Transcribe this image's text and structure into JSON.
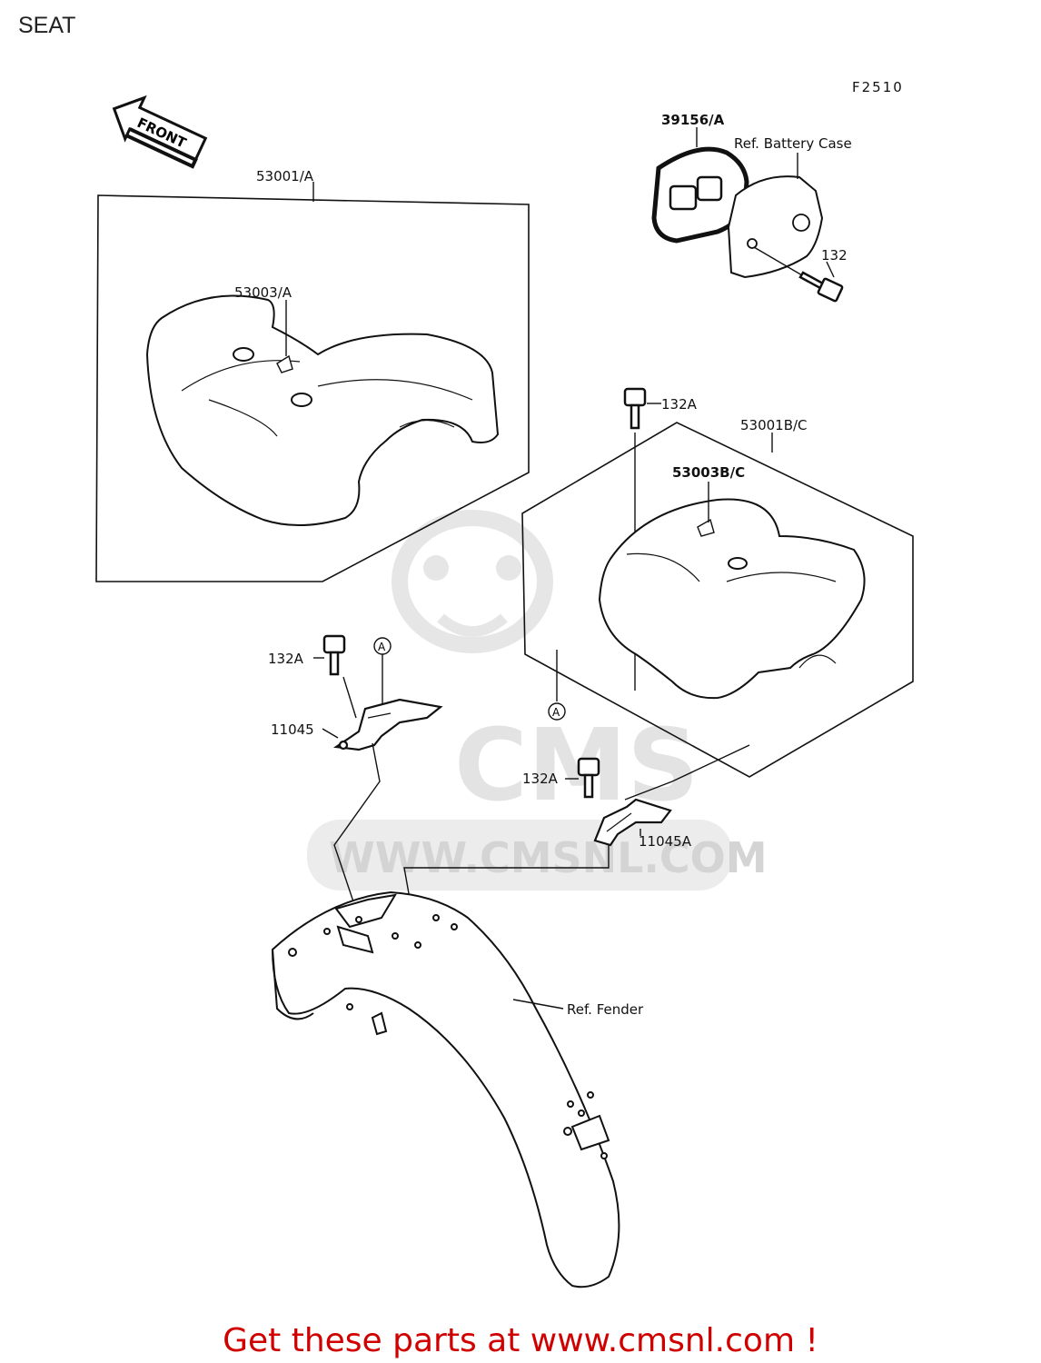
{
  "page": {
    "title": "SEAT"
  },
  "diagram": {
    "code": "F2510",
    "front_arrow": "FRONT",
    "ref_a": "A",
    "labels": {
      "seat_assy_a": "53001/A",
      "seat_cover_a": "53003/A",
      "seat_assy_bc": "53001B/C",
      "seat_cover_bc": "53003B/C",
      "holder": "39156/A",
      "battery_case": "Ref. Battery Case",
      "bolt_132": "132",
      "bolt_132a_top": "132A",
      "bolt_132a_left": "132A",
      "bolt_132a_right": "132A",
      "bracket_left": "11045",
      "bracket_right": "11045A",
      "fender": "Ref. Fender"
    },
    "watermark": {
      "brand": "CMS",
      "url": "WWW.CMSNL.COM"
    }
  },
  "footer": {
    "cta": "Get these parts at www.cmsnl.com !"
  }
}
